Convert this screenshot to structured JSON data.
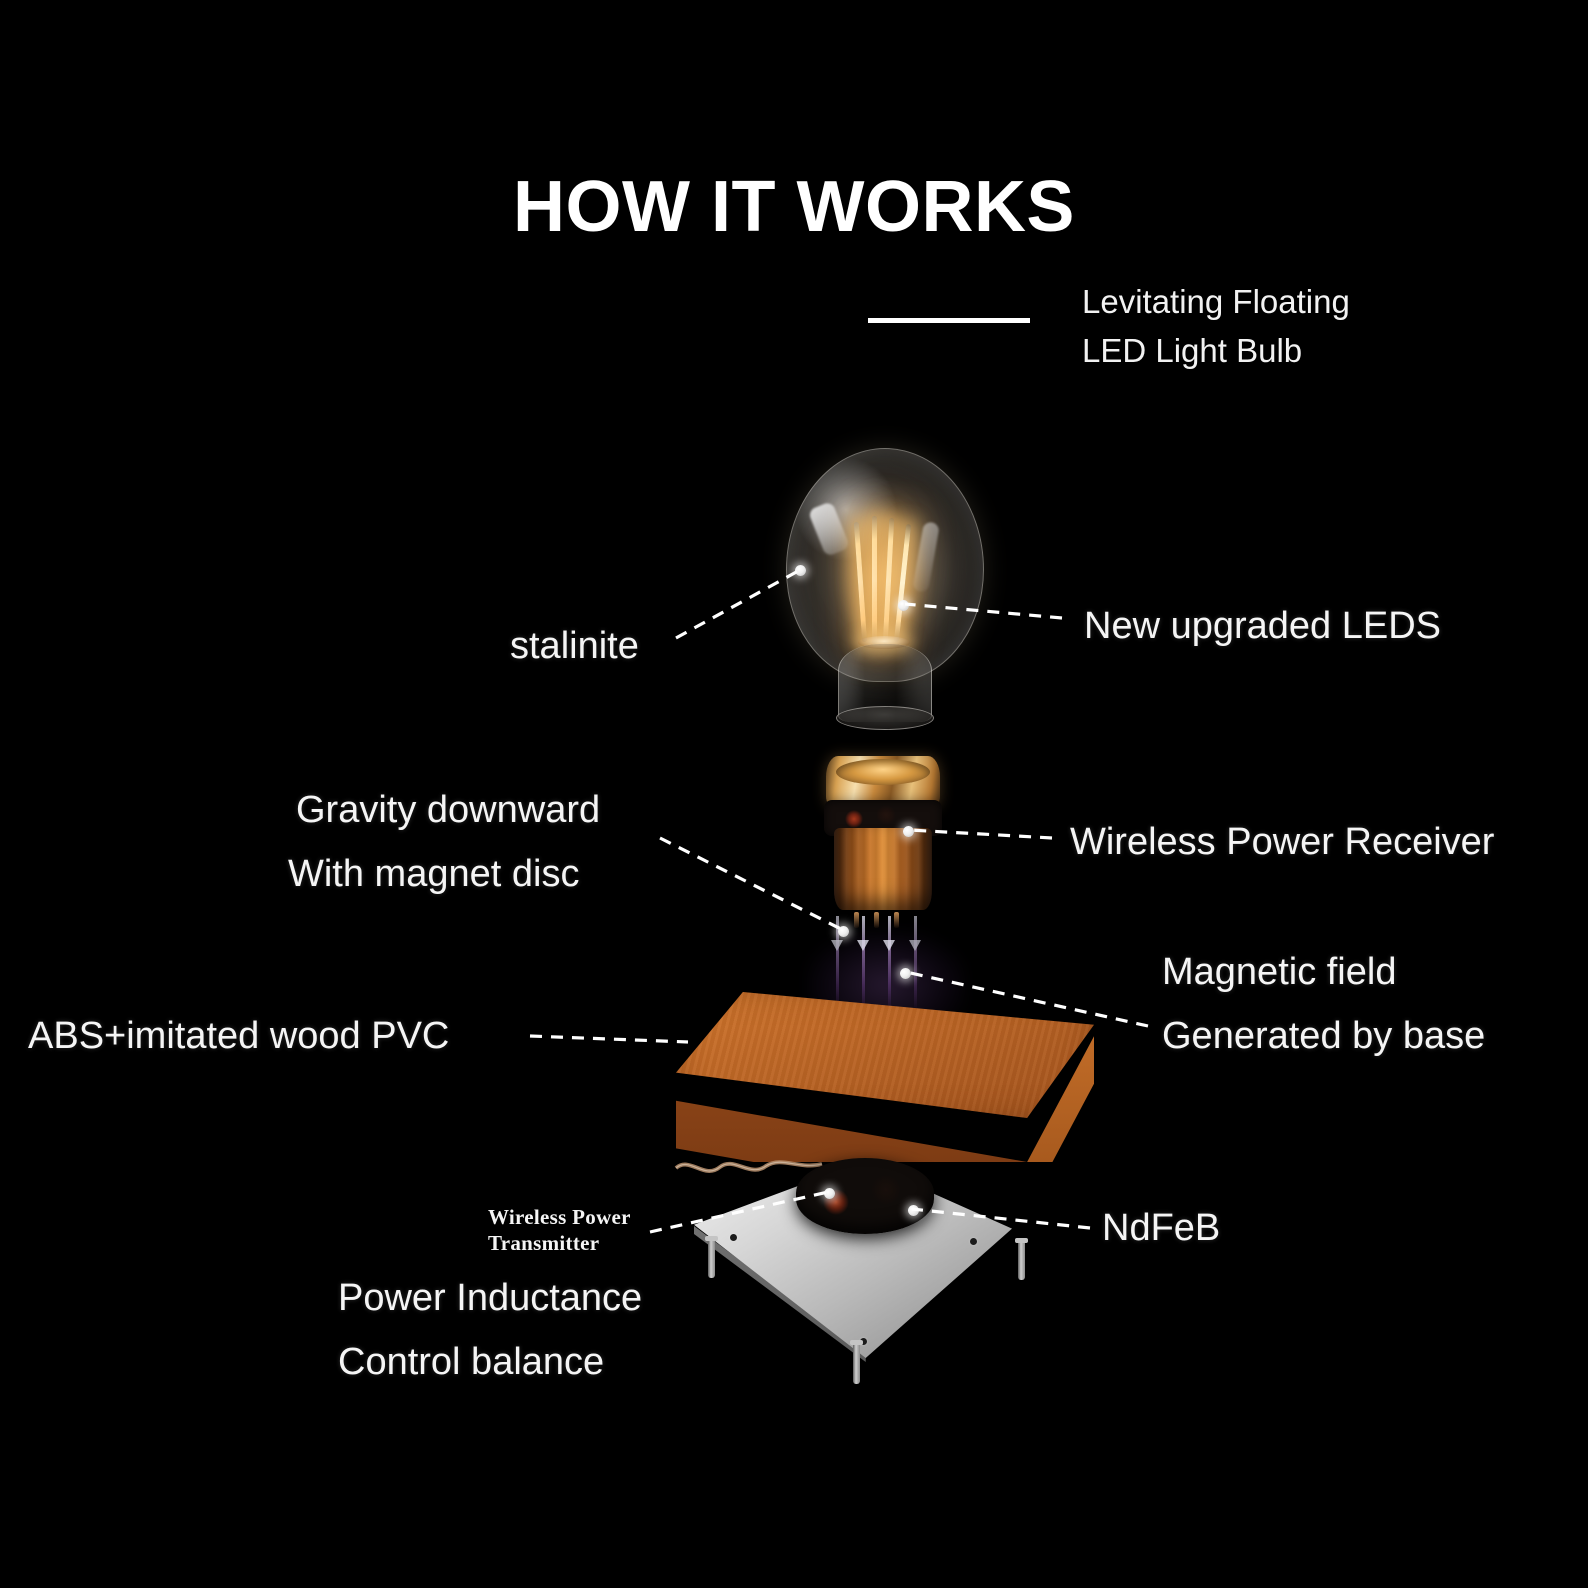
{
  "header": {
    "title": "HOW IT WORKS",
    "subtitle_line1": "Levitating Floating",
    "subtitle_line2": "LED Light Bulb"
  },
  "labels": {
    "stalinite": "stalinite",
    "new_upgraded_leds": "New upgraded LEDS",
    "gravity_downward": "Gravity downward",
    "with_magnet_disc": "With magnet disc",
    "wireless_power_receiver": "Wireless Power Receiver",
    "magnetic_field": "Magnetic field",
    "generated_by_base": "Generated by base",
    "abs_imitated_wood_pvc": "ABS+imitated wood PVC",
    "wireless_power_transmitter_line1": "Wireless Power",
    "wireless_power_transmitter_line2": "Transmitter",
    "ndfeb": "NdFeB",
    "power_inductance": "Power Inductance",
    "control_balance": "Control balance"
  },
  "colors": {
    "background": "#000000",
    "text": "#ffffff",
    "leader_line": "#ffffff",
    "wood": "#c26a27",
    "copper": "#c8762a",
    "gold": "#e7c07a",
    "metal_plate": "#d6d6d6",
    "filament_glow": "#ffcb78",
    "magnetic_field": "#9a5ab8"
  }
}
